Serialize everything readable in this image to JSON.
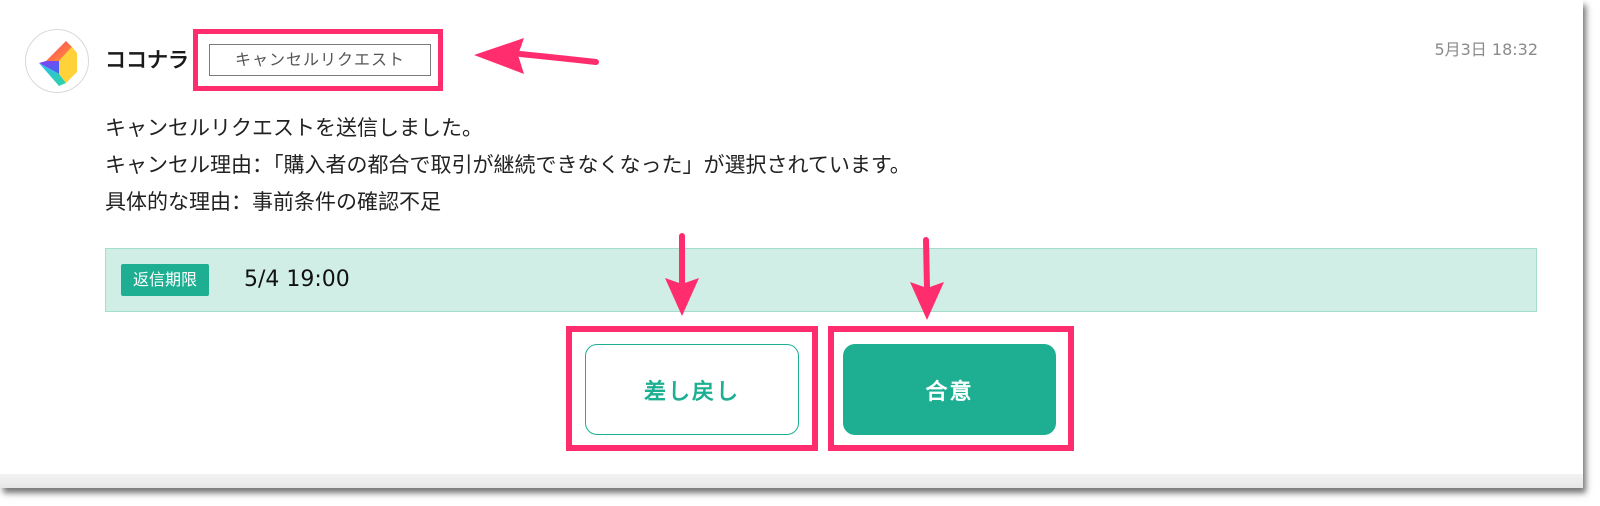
{
  "message": {
    "sender": "ココナラ",
    "tag": "キャンセルリクエスト",
    "timestamp": "5月3日 18:32",
    "lines": [
      "キャンセルリクエストを送信しました。",
      "キャンセル理由：「購入者の都合で取引が継続できなくなった」が選択されています。",
      "具体的な理由：事前条件の確認不足"
    ]
  },
  "deadline": {
    "label": "返信期限",
    "value": "5/4 19:00"
  },
  "actions": {
    "reject_label": "差し戻し",
    "accept_label": "合意"
  },
  "colors": {
    "accent": "#1eaf93",
    "highlight": "#ff2d6e",
    "deadline_bg": "#d0eee6"
  }
}
